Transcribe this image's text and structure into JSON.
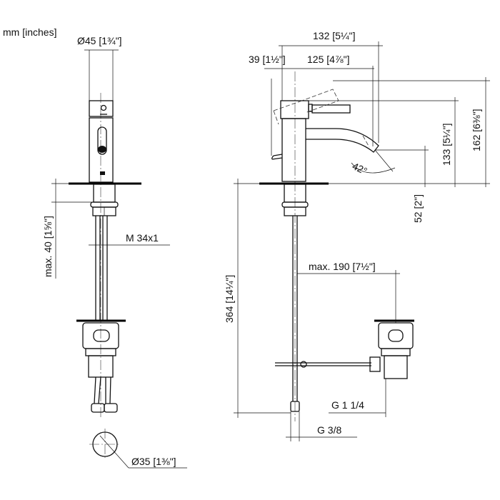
{
  "units": "mm [inches]",
  "front_view": {
    "head_diameter": "Ø45 [1¾\"]",
    "max_thickness": "max. 40 [1⅝\"]",
    "thread": "M 34x1",
    "hole_diameter": "Ø35 [1⅜\"]"
  },
  "side_view": {
    "overall_reach": "132 [5¼\"]",
    "lever_offset": "39 [1½\"]",
    "spout_reach": "125 [4⅞\"]",
    "overall_height": "162 [6⅜\"]",
    "body_height": "133 [5¼\"]",
    "spout_angle": "42°",
    "spout_clearance": "52 [2\"]",
    "below_deck_length": "364 [14¼\"]",
    "max_drain_offset": "max. 190 [7½\"]",
    "drain_thread": "G 1 1/4",
    "supply_thread": "G 3/8"
  }
}
